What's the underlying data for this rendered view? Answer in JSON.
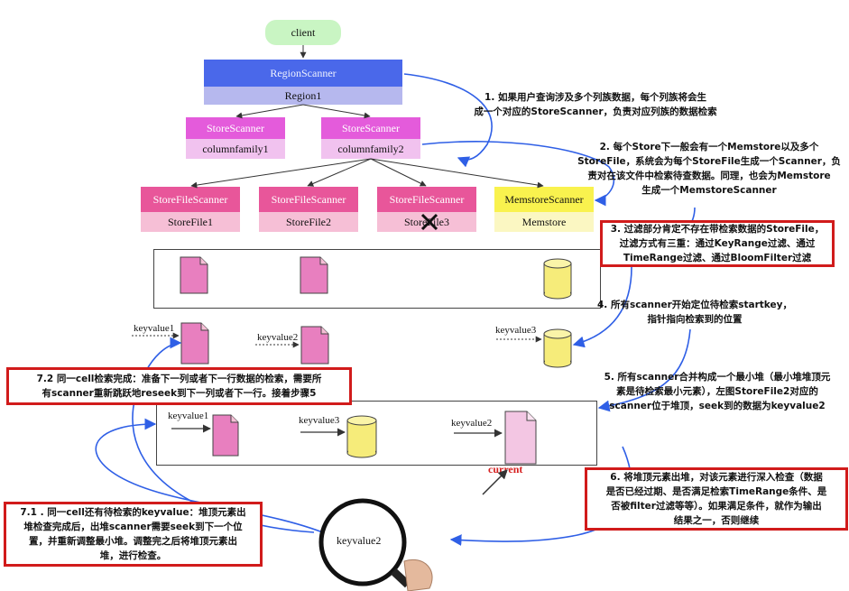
{
  "client": "client",
  "region_scanner": {
    "title": "RegionScanner",
    "sub": "Region1"
  },
  "store_scanners": [
    {
      "title": "StoreScanner",
      "sub": "columnfamily1"
    },
    {
      "title": "StoreScanner",
      "sub": "columnfamily2"
    }
  ],
  "file_scanners": [
    {
      "title": "StoreFileScanner",
      "sub": "StoreFile1"
    },
    {
      "title": "StoreFileScanner",
      "sub": "StoreFile2"
    },
    {
      "title": "StoreFileScanner",
      "sub": "StoreFile3"
    },
    {
      "title": "MemstoreScanner",
      "sub": "Memstore"
    }
  ],
  "notes": {
    "n1": [
      "1. 如果用户查询涉及多个列族数据，每个列族将会生",
      "成一个对应的StoreScanner，负责对应列族的数据检索"
    ],
    "n2": [
      "2. 每个Store下一般会有一个Memstore以及多个",
      "StoreFile，系统会为每个StoreFile生成一个Scanner，负",
      "责对在该文件中检索待查数据。同理，也会为Memstore",
      "生成一个MemstoreScanner"
    ],
    "n3": [
      "3. 过滤部分肯定不存在带检索数据的StoreFile，",
      "过滤方式有三重：通过KeyRange过滤、通过",
      "TimeRange过滤、通过BloomFilter过滤"
    ],
    "n4": [
      "4. 所有scanner开始定位待检索startkey，",
      "指针指向检索到的位置"
    ],
    "n5": [
      "5. 所有scanner合并构成一个最小堆（最小堆堆顶元",
      "素是待检索最小元素），左图StoreFile2对应的",
      "scanner位于堆顶，seek到的数据为keyvalue2"
    ],
    "n6": [
      "6. 将堆顶元素出堆，对该元素进行深入检查（数据",
      "是否已经过期、是否满足检索TimeRange条件、是",
      "否被filter过滤等等）。如果满足条件，就作为输出",
      "结果之一，否则继续"
    ],
    "n71": [
      "7.1 . 同一cell还有待检索的keyvalue：堆顶元素出",
      "堆检查完成后，出堆scanner需要seek到下一个位",
      "置，并重新调整最小堆。调整完之后将堆顶元素出",
      "堆，进行检查。"
    ],
    "n72": [
      "7.2 同一cell检索完成：准备下一列或者下一行数据的检索，需要所",
      "有scanner重新跳跃地reseek到下一列或者下一行。接着步骤5"
    ]
  },
  "keyvalues": {
    "row1_kv1": "keyvalue1",
    "row1_kv2": "keyvalue2",
    "row1_kv3": "keyvalue3",
    "heap_kv1": "keyvalue1",
    "heap_kv3": "keyvalue3",
    "heap_kv2": "keyvalue2"
  },
  "current": "current",
  "magnifier": "keyvalue2",
  "colors": {
    "arrow_blue": "#2f5fe6",
    "red_frame": "#d11b1b",
    "file_pink": "#e87fbf",
    "file_light": "#f3c6e3",
    "cylinder": "#f6ec7a"
  }
}
